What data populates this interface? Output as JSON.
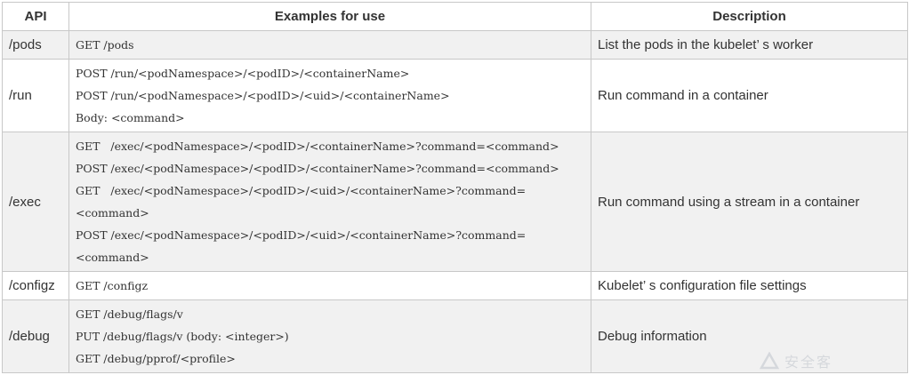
{
  "table": {
    "headers": {
      "api": "API",
      "examples": "Examples for use",
      "description": "Description"
    },
    "rows": [
      {
        "api": "/pods",
        "examples": [
          "GET /pods"
        ],
        "description": "List the pods in the kubelet’ s worker"
      },
      {
        "api": "/run",
        "examples": [
          "POST /run/<podNamespace>/<podID>/<containerName>",
          "POST /run/<podNamespace>/<podID>/<uid>/<containerName>",
          "Body: <command>"
        ],
        "description": "Run command in a container"
      },
      {
        "api": "/exec",
        "examples": [
          "GET   /exec/<podNamespace>/<podID>/<containerName>?command=<command>",
          "POST /exec/<podNamespace>/<podID>/<containerName>?command=<command>",
          "GET   /exec/<podNamespace>/<podID>/<uid>/<containerName>?command=",
          "<command>",
          "POST /exec/<podNamespace>/<podID>/<uid>/<containerName>?command=",
          "<command>"
        ],
        "description": "Run command using a stream in a container"
      },
      {
        "api": "/configz",
        "examples": [
          "GET /configz"
        ],
        "description": "Kubelet’ s configuration file settings"
      },
      {
        "api": "/debug",
        "examples": [
          "GET /debug/flags/v",
          "PUT /debug/flags/v (body: <integer>)",
          "GET /debug/pprof/<profile>"
        ],
        "description": "Debug information"
      }
    ]
  },
  "watermark": {
    "text": "安全客"
  }
}
